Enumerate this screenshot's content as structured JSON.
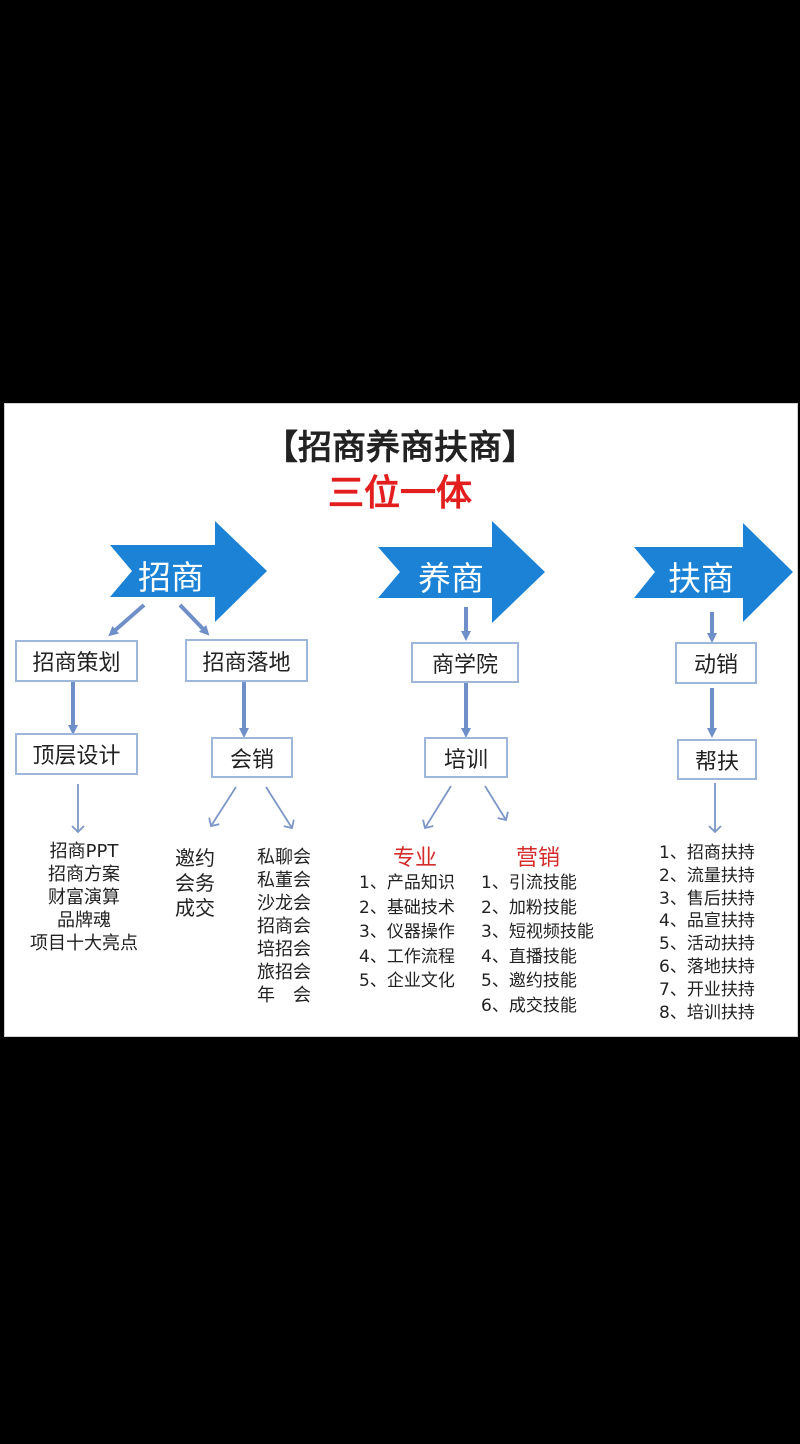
{
  "title": "【招商养商扶商】",
  "subtitle": "三位一体",
  "colors": {
    "arrow": "#1b82d6",
    "box_border": "#9fb6db",
    "connector": "#6f8fc9",
    "subtitle": "#e31e1e",
    "section_header": "#d42b2b"
  },
  "stages": [
    {
      "label": "招商"
    },
    {
      "label": "养商"
    },
    {
      "label": "扶商"
    }
  ],
  "boxes": {
    "zhaoshang_cehua": "招商策划",
    "zhaoshang_luodi": "招商落地",
    "dingceng_sheji": "顶层设计",
    "huixiao": "会销",
    "shangxueyuan": "商学院",
    "peixun": "培训",
    "dongxiao": "动销",
    "bangfu": "帮扶"
  },
  "lists": {
    "dingceng": [
      "招商PPT",
      "招商方案",
      "财富演算",
      "品牌魂",
      "项目十大亮点"
    ],
    "huixiao_left": [
      "邀约",
      "会务",
      "成交"
    ],
    "huixiao_right": [
      "私聊会",
      "私董会",
      "沙龙会",
      "招商会",
      "培招会",
      "旅招会",
      "年　会"
    ],
    "zhuanye_header": "专业",
    "zhuanye": [
      "1、产品知识",
      "2、基础技术",
      "3、仪器操作",
      "4、工作流程",
      "5、企业文化"
    ],
    "yingxiao_header": "营销",
    "yingxiao": [
      "1、引流技能",
      "2、加粉技能",
      "3、短视频技能",
      "4、直播技能",
      "5、邀约技能",
      "6、成交技能"
    ],
    "bangfu_items": [
      "1、招商扶持",
      "2、流量扶持",
      "3、售后扶持",
      "4、品宣扶持",
      "5、活动扶持",
      "6、落地扶持",
      "7、开业扶持",
      "8、培训扶持"
    ]
  }
}
